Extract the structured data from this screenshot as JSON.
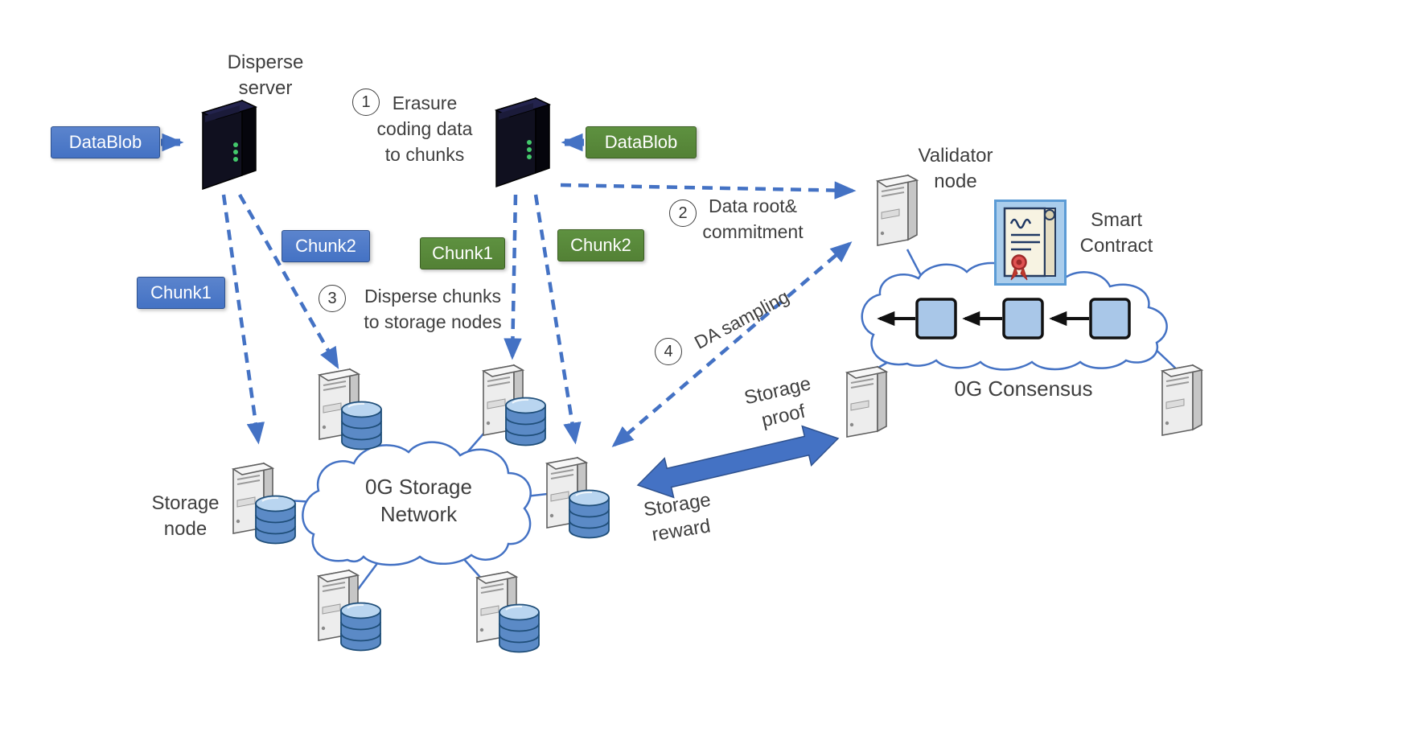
{
  "colors": {
    "accent_blue": "#4472C4",
    "accent_green": "#538135",
    "arrow_blue": "#4472C4",
    "chain_block_fill": "#A9C7E8",
    "text": "#3F3F3F"
  },
  "nodes": {
    "disperse_server": {
      "line1": "Disperse",
      "line2": "server"
    },
    "datablob_left": {
      "label": "DataBlob"
    },
    "datablob_right": {
      "label": "DataBlob"
    },
    "validator": {
      "line1": "Validator",
      "line2": "node"
    },
    "smart_contract": {
      "line1": "Smart",
      "line2": "Contract"
    },
    "consensus": {
      "label": "0G Consensus"
    },
    "storage_cloud": {
      "line1": "0G Storage",
      "line2": "Network"
    },
    "storage_node": {
      "line1": "Storage",
      "line2": "node"
    }
  },
  "chunks": {
    "left_chunk1": "Chunk1",
    "left_chunk2": "Chunk2",
    "right_chunk1": "Chunk1",
    "right_chunk2": "Chunk2"
  },
  "steps": {
    "step1": {
      "num": "1",
      "line1": "Erasure",
      "line2": "coding data",
      "line3": "to chunks"
    },
    "step2": {
      "num": "2",
      "line1": "Data root&",
      "line2": "commitment"
    },
    "step3": {
      "num": "3",
      "line1": "Disperse chunks",
      "line2": "to storage nodes"
    },
    "step4": {
      "num": "4",
      "line1": "DA sampling"
    }
  },
  "exchange": {
    "proof": {
      "line1": "Storage",
      "line2": "proof"
    },
    "reward": {
      "line1": "Storage",
      "line2": "reward"
    }
  }
}
